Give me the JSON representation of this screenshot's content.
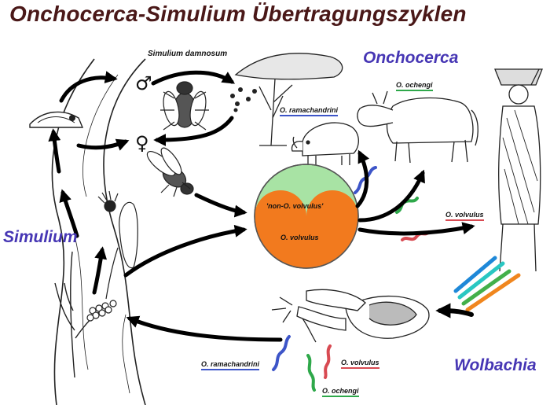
{
  "title": "Onchocerca-Simulium Übertragungszyklen",
  "labels": {
    "simulium_damnosum": "Simulium damnosum",
    "onchocerca": "Onchocerca",
    "simulium": "Simulium",
    "wolbachia": "Wolbachia",
    "ochengi_top": "O. ochengi",
    "ramachandrini_top": "O. ramachandrini",
    "volvulus_right": "O. volvulus",
    "non_volvulus": "'non-O. volvulus'",
    "volvulus_center": "O. volvulus",
    "ramachandrini_bottom": "O. ramachandrini",
    "volvulus_bottom": "O. volvulus",
    "ochengi_bottom": "O. ochengi"
  },
  "symbols": {
    "male": "♂",
    "female": "♀"
  },
  "colors": {
    "title": "#4a1818",
    "heading": "#4636b4",
    "yin_green": "#a8e3a4",
    "yang_orange": "#f27a1e",
    "worm_blue": "#3d55c8",
    "worm_green": "#2ea84a",
    "worm_red": "#d84a52"
  },
  "icons": [
    "river-stream",
    "fly-male",
    "fly-female",
    "acacia-tree",
    "warthog",
    "zebu-cattle",
    "woman-carrying-basket",
    "larva",
    "pupa",
    "reed-plant",
    "dissected-fly",
    "yin-yang-symbol",
    "microfilaria-worm",
    "wolbachia-rays"
  ]
}
